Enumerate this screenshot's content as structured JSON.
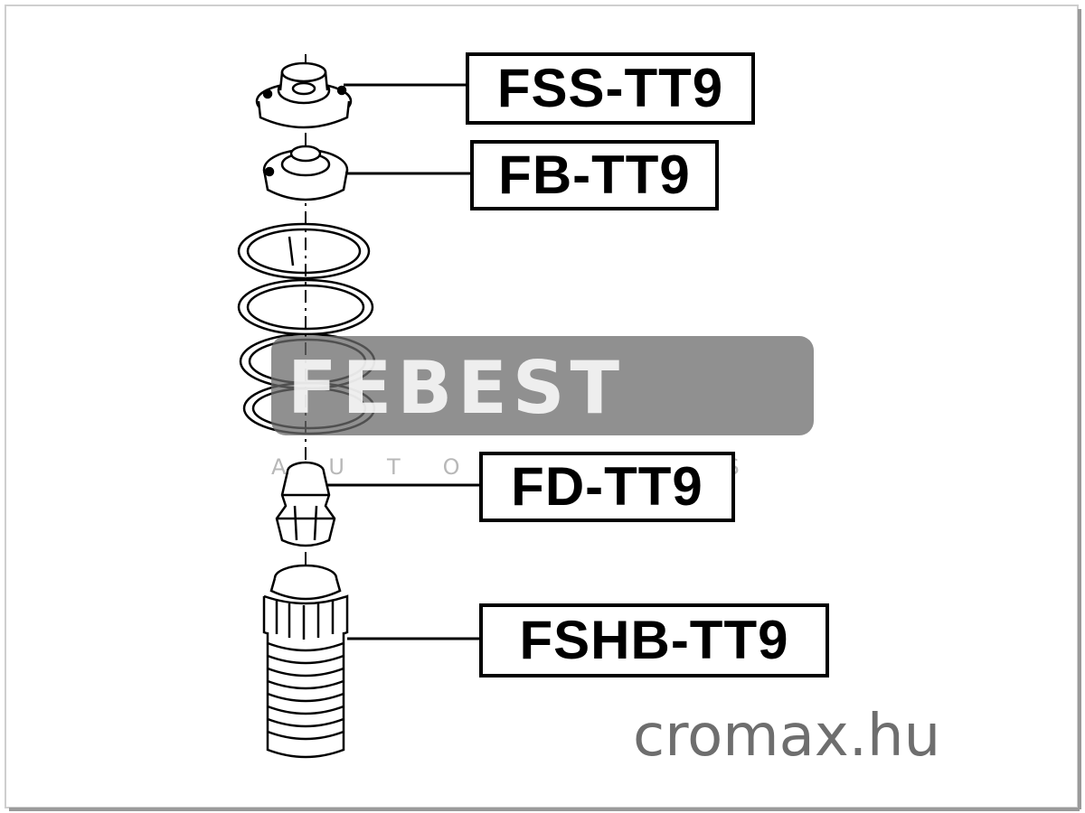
{
  "parts": [
    {
      "code": "FSS-TT9"
    },
    {
      "code": "FB-TT9"
    },
    {
      "code": "FD-TT9"
    },
    {
      "code": "FSHB-TT9"
    }
  ],
  "watermark": {
    "brand": "FEBEST",
    "tagline": "AUTOPARTS"
  },
  "site": "cromax.hu"
}
